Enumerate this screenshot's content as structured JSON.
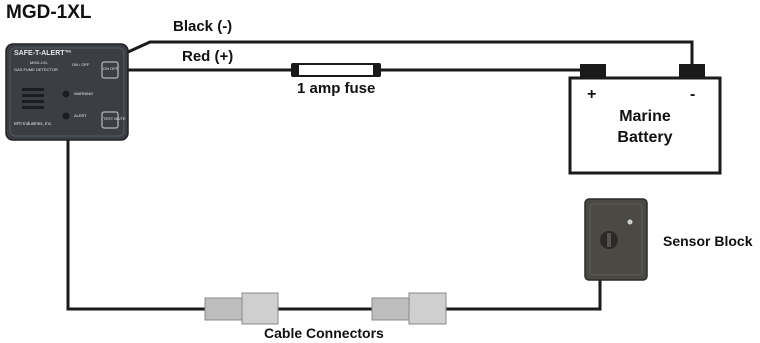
{
  "title": "MGD-1XL",
  "wires": {
    "black": "Black (-)",
    "red": "Red (+)",
    "fuse": "1 amp fuse"
  },
  "battery": {
    "line1": "Marine",
    "line2": "Battery",
    "plus": "+",
    "minus": "-"
  },
  "sensor_label": "Sensor Block",
  "connectors_label": "Cable Connectors",
  "detector": {
    "brand": "SAFE-T-ALERT™",
    "model": "MGD-1XL",
    "type": "GAS FUME DETECTOR",
    "button_on_off": "ON OFF",
    "button_test": "TEST MUTE",
    "indicator_warning": "WARNING",
    "indicator_alert": "ALERT",
    "power_label": "ON / OFF",
    "maker": "MTI Industries, Inc."
  },
  "colors": {
    "wire": "#1a1a1a",
    "detector_body": "#3b3f45",
    "sensor_body": "#4a4944",
    "connector": "#c8c8c8"
  }
}
